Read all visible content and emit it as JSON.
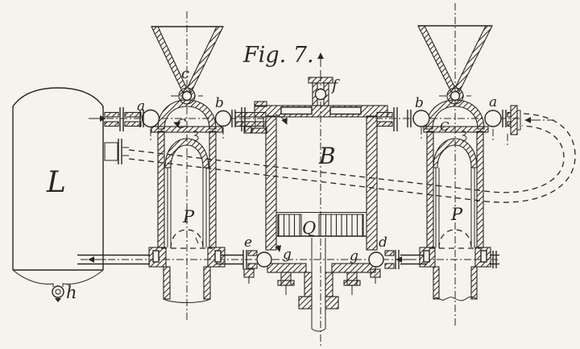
{
  "figure": {
    "title": "Fig. 7.",
    "colors": {
      "paper": "#f5f3ee",
      "ink": "#29251f"
    },
    "labels": {
      "tank": "L",
      "tank_drain": "h",
      "left_hopper": "c",
      "left_outer_valve": "a",
      "left_inner_valve": "b",
      "left_dome": "C",
      "mixing_vessel": "B",
      "top_nozzle": "f",
      "right_inner_valve": "b",
      "right_outer_valve": "a",
      "right_dome": "C",
      "left_cylinder": "P",
      "right_cylinder": "P",
      "strainer": "Q",
      "bottom_left_valve": "e",
      "bottom_right_valve": "d",
      "bottom_chamber_left": "g",
      "bottom_chamber_right": "g"
    }
  }
}
